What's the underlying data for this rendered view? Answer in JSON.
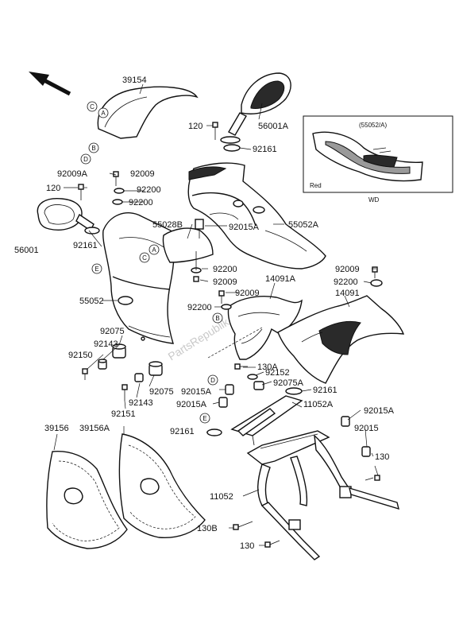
{
  "labels": {
    "p39154": "39154",
    "p120_top": "120",
    "p56001A": "56001A",
    "p92161_top": "92161",
    "p92009A": "92009A",
    "p92009_left": "92009",
    "p120_left": "120",
    "p92200_a": "92200",
    "p92200_b": "92200",
    "p56001": "56001",
    "p92161_left": "92161",
    "p55028B": "55028B",
    "p92015A_mid": "92015A",
    "p55052A": "55052A",
    "p92200_c": "92200",
    "p92009_c": "92009",
    "p14091A": "14091A",
    "p92009_r": "92009",
    "p92200_r": "92200",
    "p55052": "55052",
    "p92009_d": "92009",
    "p92200_d": "92200",
    "p14091": "14091",
    "p92075_a": "92075",
    "p92143_a": "92143",
    "p92150": "92150",
    "p130A": "130A",
    "p92152": "92152",
    "p92075A": "92075A",
    "p92161_r": "92161",
    "p92075_b": "92075",
    "p92143_b": "92143",
    "p92151": "92151",
    "p92015A_a": "92015A",
    "p92015A_b": "92015A",
    "p11052A": "11052A",
    "p92015A_r": "92015A",
    "p92161_bot": "92161",
    "p92015": "92015",
    "p39156": "39156",
    "p39156A": "39156A",
    "p130_r": "130",
    "p11052": "11052",
    "p130B": "130B",
    "p130_bot": "130"
  },
  "inset": {
    "code": "(55052/A)",
    "color_label": "Red",
    "variant_label": "WD"
  },
  "refs": {
    "a1": "A",
    "a2": "A",
    "b1": "B",
    "b2": "B",
    "c1": "C",
    "c2": "C",
    "d1": "D",
    "d2": "D",
    "e1": "E",
    "e2": "E"
  },
  "watermark": "PartsRepublik"
}
